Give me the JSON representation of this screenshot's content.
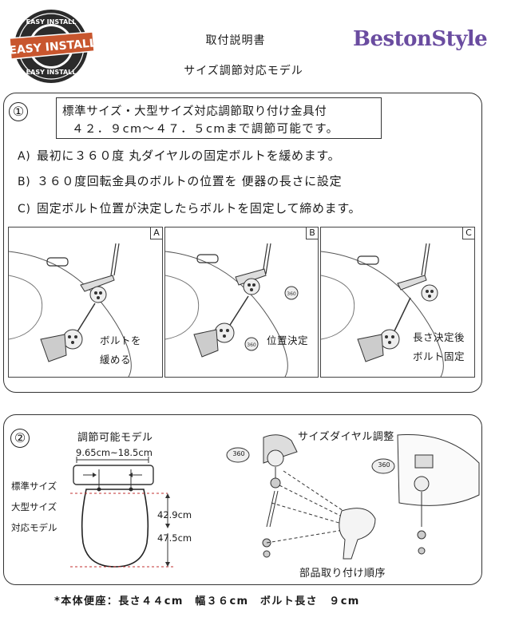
{
  "badge": {
    "top_text": "EASY INSTALL",
    "banner_text": "EASY INSTALL",
    "bottom_text": "EASY INSTALL"
  },
  "header": {
    "title": "取付説明書",
    "subtitle": "サイズ調節対応モデル",
    "brand": "BestonStyle",
    "brand_color": "#6a4ca0"
  },
  "section1": {
    "number": "①",
    "spec_line1": "標準サイズ・大型サイズ対応調節取り付け金具付",
    "spec_line2": "４２．９cm～４７．５cmまで調節可能です。",
    "steps": [
      {
        "letter": "A)",
        "text": "最初に３６０度 丸ダイヤルの固定ボルトを緩めます。"
      },
      {
        "letter": "B)",
        "text": "３６０度回転金具のボルトの位置を 便器の長さに設定"
      },
      {
        "letter": "C)",
        "text": "固定ボルト位置が決定したらボルトを固定して締めます。"
      }
    ],
    "figures": [
      {
        "tag": "A",
        "label_line1": "ボルトを",
        "label_line2": "緩める"
      },
      {
        "tag": "B",
        "label_line1": "位置決定",
        "label_line2": ""
      },
      {
        "tag": "C",
        "label_line1": "長さ決定後",
        "label_line2": "ボルト固定"
      }
    ],
    "dial_icon_text": "360"
  },
  "section2": {
    "number": "②",
    "adjust_title": "調節可能モデル",
    "width_range": "9.65cm~18.5cm",
    "side_labels": [
      "標準サイズ",
      "大型サイズ",
      "対応モデル"
    ],
    "dim_short": "42.9cm",
    "dim_long": "47.5cm",
    "dial_title": "サイズダイヤル調整",
    "order_title": "部品取り付け順序",
    "dial_icon_text": "360"
  },
  "footer": {
    "note": "*本体便座：長さ４４cm　幅３６cm　ボルト長さ　９cm"
  }
}
